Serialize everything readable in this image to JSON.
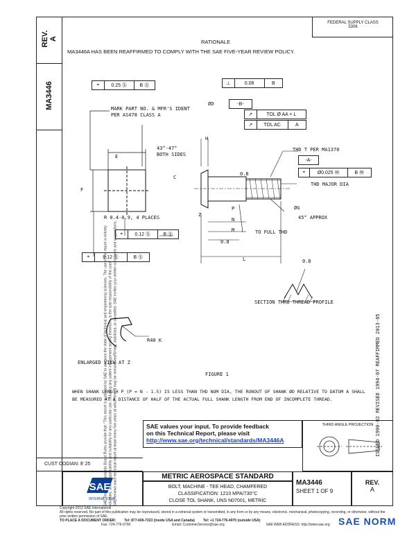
{
  "header": {
    "rev_label": "REV.",
    "rev_value": "A",
    "doc_id": "MA3446",
    "fed_class": "FEDERAL SUPPLY CLASS",
    "fed_class_no": "5306",
    "rationale_title": "RATIONALE",
    "rationale_text": "MA3446A HAS BEEN REAFFIRMED TO COMPLY WITH THE SAE FIVE-YEAR REVIEW POLICY."
  },
  "side_notes": {
    "line1": "SAE Technical Standards Board Rules provide that: \"This report is published by SAE to advance the state of technical and engineering sciences. The use of this report is entirely",
    "line2": "voluntary, and its applicability and suitability for any particular use, including any patent infringement arising therefrom, is the sole responsibility of the user.\"",
    "line3": "SAE reviews each technical report at least every five years at which time it may be revised, reaffirmed, stabilized, or cancelled. SAE invites your written comments and suggestions."
  },
  "dates": "ISSUED 1990-02   REVISED 1994-07   REAFFIRMED 2013-05",
  "drawing": {
    "fcf_top_left": {
      "sym": "⌖",
      "tol": "0.25 Ⓢ",
      "datum": "B Ⓢ"
    },
    "fcf_top_right": {
      "sym": "⊥",
      "tol": "0.08",
      "datum": "B"
    },
    "datum_a": "-A-",
    "datum_b": "-B-",
    "tol_line1": "TOL Ø AA × L",
    "tol_line2": "TOL AC",
    "tol_datum": "A",
    "note_mark": "MARK PART NO. & MFR'S IDENT PER AS478 CLASS A",
    "angle": "43°-47° BOTH SIDES",
    "thd_note": "THD T PER MA1370",
    "fcf_thd": {
      "sym": "⌖",
      "tol": "Ø0.025 Ⓜ",
      "datum": "B Ⓜ"
    },
    "thd_major": "THD MAJOR DIA",
    "radius_note": "R 0.4-0.9, 4 PLACES",
    "approx": "45° APPROX",
    "to_full_thd": "TO FULL THD",
    "fcf_mid": {
      "sym": "⌖",
      "tol": "0.12 Ⓢ",
      "datum": "B Ⓢ"
    },
    "fcf_low": {
      "sym": "⌖",
      "tol": "0.12 Ⓢ",
      "datum": "B Ⓢ"
    },
    "section_title": "SECTION THRU THREAD PROFILE",
    "enlarged_title": "ENLARGED VIEW AT Z",
    "r40k": "R40 K",
    "figure_title": "FIGURE 1",
    "dims": {
      "H": "H",
      "D": "ØD",
      "C": "C",
      "F": "F",
      "E": "E",
      "P": "P",
      "N": "N",
      "M": "M",
      "L": "L",
      "G": "ØG",
      "Z": "Z",
      "s08a": "0.8",
      "s08b": "0.8",
      "s08c": "0.8"
    },
    "shank_note": "WHEN SHANK LENGTH P (P = N - 1.5) IS LESS THAN THD NOM DIA, THE RUNOUT OF SHANK ØD RELATIVE TO DATUM A SHALL BE MEASURED AT A DISTANCE OF HALF OF THE ACTUAL FULL SHANK LENGTH FROM END OF INCOMPLETE THREAD."
  },
  "feedback": {
    "line1": "SAE values your input. To provide feedback",
    "line2": "on this Technical Report, please visit",
    "link": "http://www.sae.org/technical/standards/MA3446A"
  },
  "projection": {
    "label": "THIRD ANGLE PROJECTION"
  },
  "title_block": {
    "cust_code": "CUST CODIAN: E 25",
    "std_title": "METRIC AEROSPACE STANDARD",
    "desc1": "BOLT, MACHINE - TEE HEAD, CHAMFERED",
    "desc2": "CLASSIFICATION: 1210 MPA/730°C",
    "desc3": "CLOSE TOL SHANK, UNS N07001, METRIC",
    "doc_id": "MA3446",
    "sheet": "SHEET 1 OF 9",
    "rev_label": "REV.",
    "rev_value": "A",
    "logo_text": "SAE",
    "logo_sub": "INTERNATIONAL"
  },
  "footer": {
    "copyright": "Copyright 2013 SAE International",
    "rights": "All rights reserved. No part of this publication may be reproduced, stored in a retrieval system or transmitted, in any form or by any means, electronic, mechanical, photocopying, recording, or otherwise, without the prior written permission of SAE.",
    "order": "TO PLACE A DOCUMENT ORDER:",
    "tel": "Tel: 877-606-7323 (inside USA and Canada)",
    "tel2": "Tel: +1 724-776-4970 (outside USA)",
    "fax": "Fax: 724-776-0790",
    "email": "Email: CustomerService@sae.org",
    "web": "SAE WEB ADDRESS: http://www.sae.org",
    "watermark": "SAE NORM"
  },
  "colors": {
    "link": "#1a3fbf",
    "watermark": "#1b4fa3",
    "logo": "#0b3d91"
  }
}
